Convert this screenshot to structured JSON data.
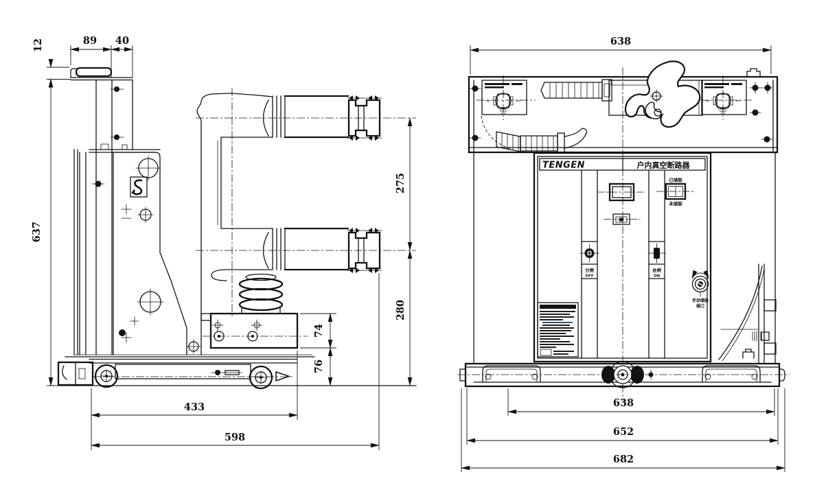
{
  "drawing": {
    "side_view": {
      "dims": {
        "handle_height": "12",
        "handle_width": "89",
        "handle_offset": "40",
        "total_height": "637",
        "pole_spacing": "275",
        "lower_section_height": "280",
        "bracket_height": "74",
        "chassis_height": "76",
        "wheel_base": "433",
        "total_depth": "598"
      }
    },
    "front_view": {
      "dims": {
        "body_width": "638",
        "base_width_inner": "638",
        "base_width_mid": "652",
        "base_width_outer": "682"
      },
      "panel": {
        "brand": "TENGEN",
        "product_name": "户内真空断路器",
        "charged_label": "已储能",
        "discharged_label": "未储能",
        "open_button_label": "分闸",
        "open_button_sub": "OFF",
        "close_button_label": "合闸",
        "close_button_sub": "ON",
        "knob_label": "手动储能",
        "knob_sub": "插口"
      }
    },
    "colors": {
      "line": "#121212",
      "background": "#ffffff"
    }
  }
}
